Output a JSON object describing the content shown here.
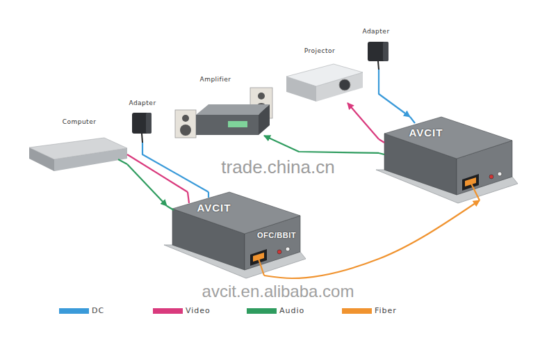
{
  "diagram": {
    "nodes": [
      {
        "text": [
          "Computer"
        ]
      },
      {
        "text": [
          "Adapter"
        ]
      },
      {
        "text": [
          "Amplifier"
        ]
      },
      {
        "text": [
          "Projector"
        ]
      },
      {
        "text": [
          "Adapter"
        ]
      },
      {
        "text": [
          "AVCIT",
          "OFC/BBIT"
        ]
      },
      {
        "text": [
          "AVCIT"
        ]
      }
    ],
    "edges": [
      {
        "from": 0,
        "to": 5,
        "arrow": "to"
      },
      {
        "from": 0,
        "to": 5,
        "arrow": "none"
      },
      {
        "from": 1,
        "to": 5,
        "arrow": "none"
      },
      {
        "from": 5,
        "to": 6,
        "arrow": "to"
      },
      {
        "from": 6,
        "to": 3,
        "arrow": "to"
      },
      {
        "from": 6,
        "to": 2,
        "arrow": "to"
      },
      {
        "from": 4,
        "to": 6,
        "arrow": "to"
      }
    ],
    "labels": [
      "trade.china.cn",
      "avcit.en.alibaba.com"
    ],
    "legend": [
      {
        "text": "DC",
        "color": "#3a9ad9"
      },
      {
        "text": "Video",
        "color": "#d93a7d"
      },
      {
        "text": "Audio",
        "color": "#2f9c5f"
      },
      {
        "text": "Fiber",
        "color": "#f0932f"
      }
    ]
  }
}
